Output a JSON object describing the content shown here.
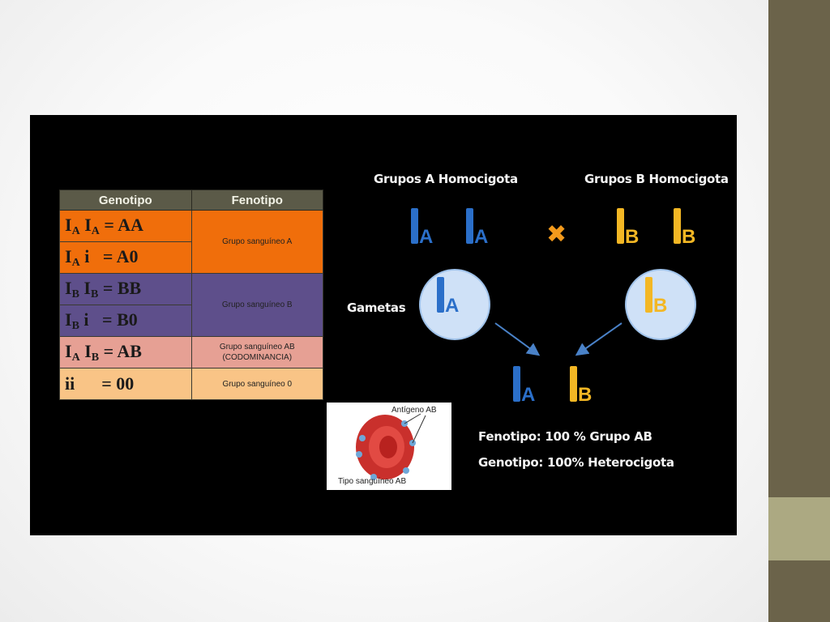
{
  "table": {
    "headers": {
      "genotype": "Genotipo",
      "phenotype": "Fenotipo"
    },
    "rows": [
      {
        "allele1": "I",
        "sub1": "A",
        "allele2": "I",
        "sub2": "A",
        "eq": "= AA"
      },
      {
        "allele1": "I",
        "sub1": "A",
        "allele2": "i",
        "sub2": "",
        "eq": "= A0"
      },
      {
        "allele1": "I",
        "sub1": "B",
        "allele2": "I",
        "sub2": "B",
        "eq": "= BB"
      },
      {
        "allele1": "I",
        "sub1": "B",
        "allele2": "i",
        "sub2": "",
        "eq": "= B0"
      },
      {
        "allele1": "I",
        "sub1": "A",
        "allele2": "I",
        "sub2": "B",
        "eq": "= AB"
      },
      {
        "allele1": "ii",
        "sub1": "",
        "allele2": "",
        "sub2": "",
        "eq": "= 00"
      }
    ],
    "phenotypes": {
      "a": "Grupo sanguíneo A",
      "b": "Grupo sanguíneo B",
      "ab_line1": "Grupo sanguíneo AB",
      "ab_line2": "(CODOMINANCIA)",
      "o": "Grupo sanguíneo 0"
    }
  },
  "cross": {
    "parent_a_title": "Grupos A  Homocigota",
    "parent_b_title": "Grupos B  Homocigota",
    "gametes_label": "Gametas",
    "allele_a_sub": "A",
    "allele_b_sub": "B",
    "cross_symbol": "✖",
    "result_phenotype": "Fenotipo: 100 % Grupo AB",
    "result_genotype": "Genotipo: 100% Heterocigota"
  },
  "thumbnail": {
    "antigen_label": "Antígeno AB",
    "type_label": "Tipo sanguíneo AB"
  },
  "colors": {
    "allele_a": "#2b6fc9",
    "allele_b": "#f3b724",
    "cross": "#f39a1c",
    "row_a": "#f06e0b",
    "row_b": "#5e4f8b",
    "row_ab": "#e6a094",
    "row_o": "#f9c486"
  }
}
